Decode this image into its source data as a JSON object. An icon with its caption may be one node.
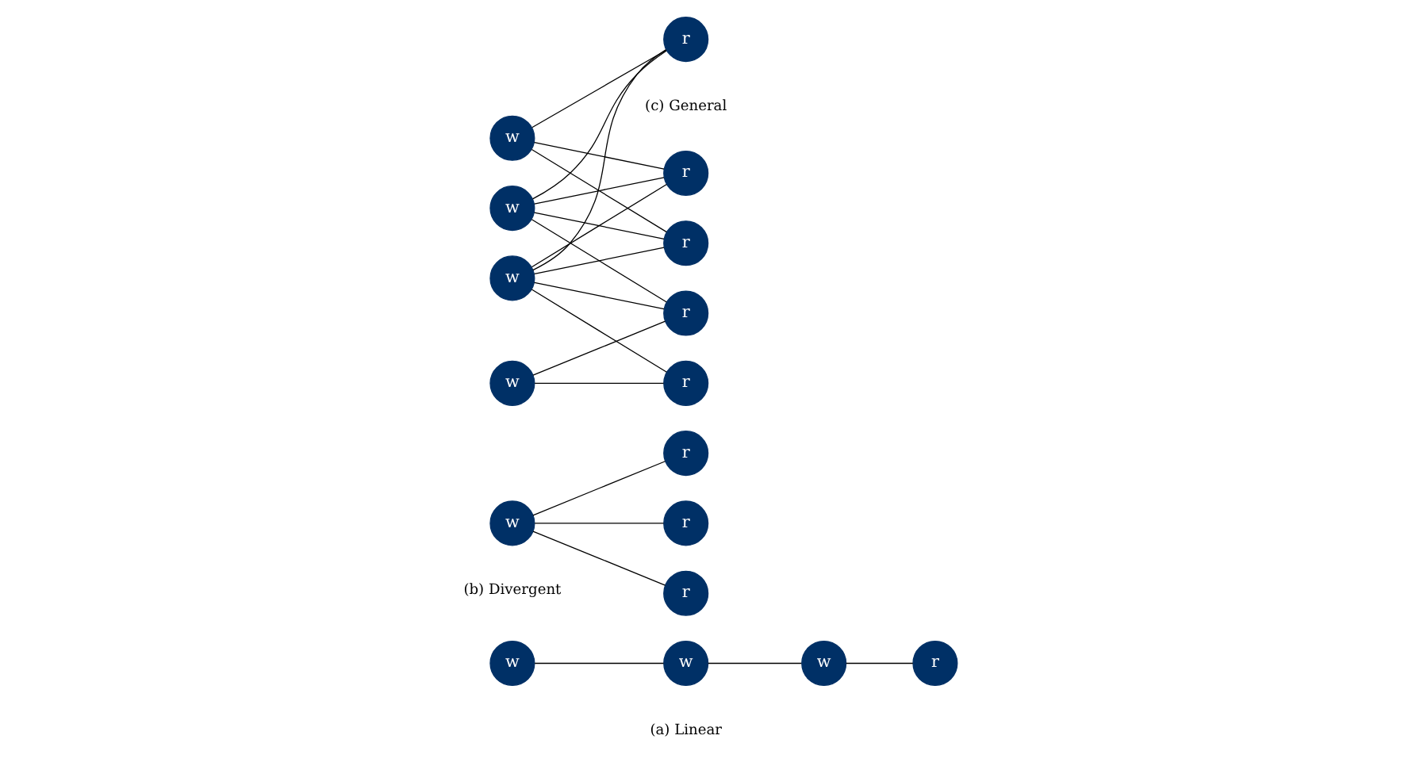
{
  "diagram": {
    "nodes": [
      {
        "text": [
          "w"
        ]
      },
      {
        "text": [
          "w"
        ]
      },
      {
        "text": [
          "w"
        ]
      },
      {
        "text": [
          "r"
        ]
      },
      {
        "text": [
          "w"
        ]
      },
      {
        "text": [
          "r"
        ]
      },
      {
        "text": [
          "r"
        ]
      },
      {
        "text": [
          "r"
        ]
      },
      {
        "text": [
          "w"
        ]
      },
      {
        "text": [
          "w"
        ]
      },
      {
        "text": [
          "w"
        ]
      },
      {
        "text": [
          "w"
        ]
      },
      {
        "text": [
          "r"
        ]
      },
      {
        "text": [
          "r"
        ]
      },
      {
        "text": [
          "r"
        ]
      },
      {
        "text": [
          "r"
        ]
      },
      {
        "text": [
          "r"
        ]
      }
    ],
    "edges": [
      {
        "from": 0,
        "to": 1,
        "arrow": "none"
      },
      {
        "from": 1,
        "to": 2,
        "arrow": "none"
      },
      {
        "from": 2,
        "to": 3,
        "arrow": "none"
      },
      {
        "from": 4,
        "to": 5,
        "arrow": "none"
      },
      {
        "from": 4,
        "to": 6,
        "arrow": "none"
      },
      {
        "from": 4,
        "to": 7,
        "arrow": "none"
      },
      {
        "from": 8,
        "to": 12,
        "arrow": "none"
      },
      {
        "from": 8,
        "to": 13,
        "arrow": "none"
      },
      {
        "from": 8,
        "to": 14,
        "arrow": "none"
      },
      {
        "from": 9,
        "to": 12,
        "arrow": "none"
      },
      {
        "from": 9,
        "to": 13,
        "arrow": "none"
      },
      {
        "from": 9,
        "to": 14,
        "arrow": "none"
      },
      {
        "from": 9,
        "to": 15,
        "arrow": "none"
      },
      {
        "from": 10,
        "to": 15,
        "arrow": "none"
      },
      {
        "from": 10,
        "to": 16,
        "arrow": "none"
      },
      {
        "from": 11,
        "to": 12,
        "arrow": "none"
      },
      {
        "from": 11,
        "to": 13,
        "arrow": "none"
      },
      {
        "from": 11,
        "to": 14,
        "arrow": "none"
      },
      {
        "from": 11,
        "to": 15,
        "arrow": "none"
      },
      {
        "from": 11,
        "to": 16,
        "arrow": "none"
      }
    ],
    "labels": [
      "(a) Linear",
      "(b) Divergent",
      "(c) General"
    ]
  }
}
